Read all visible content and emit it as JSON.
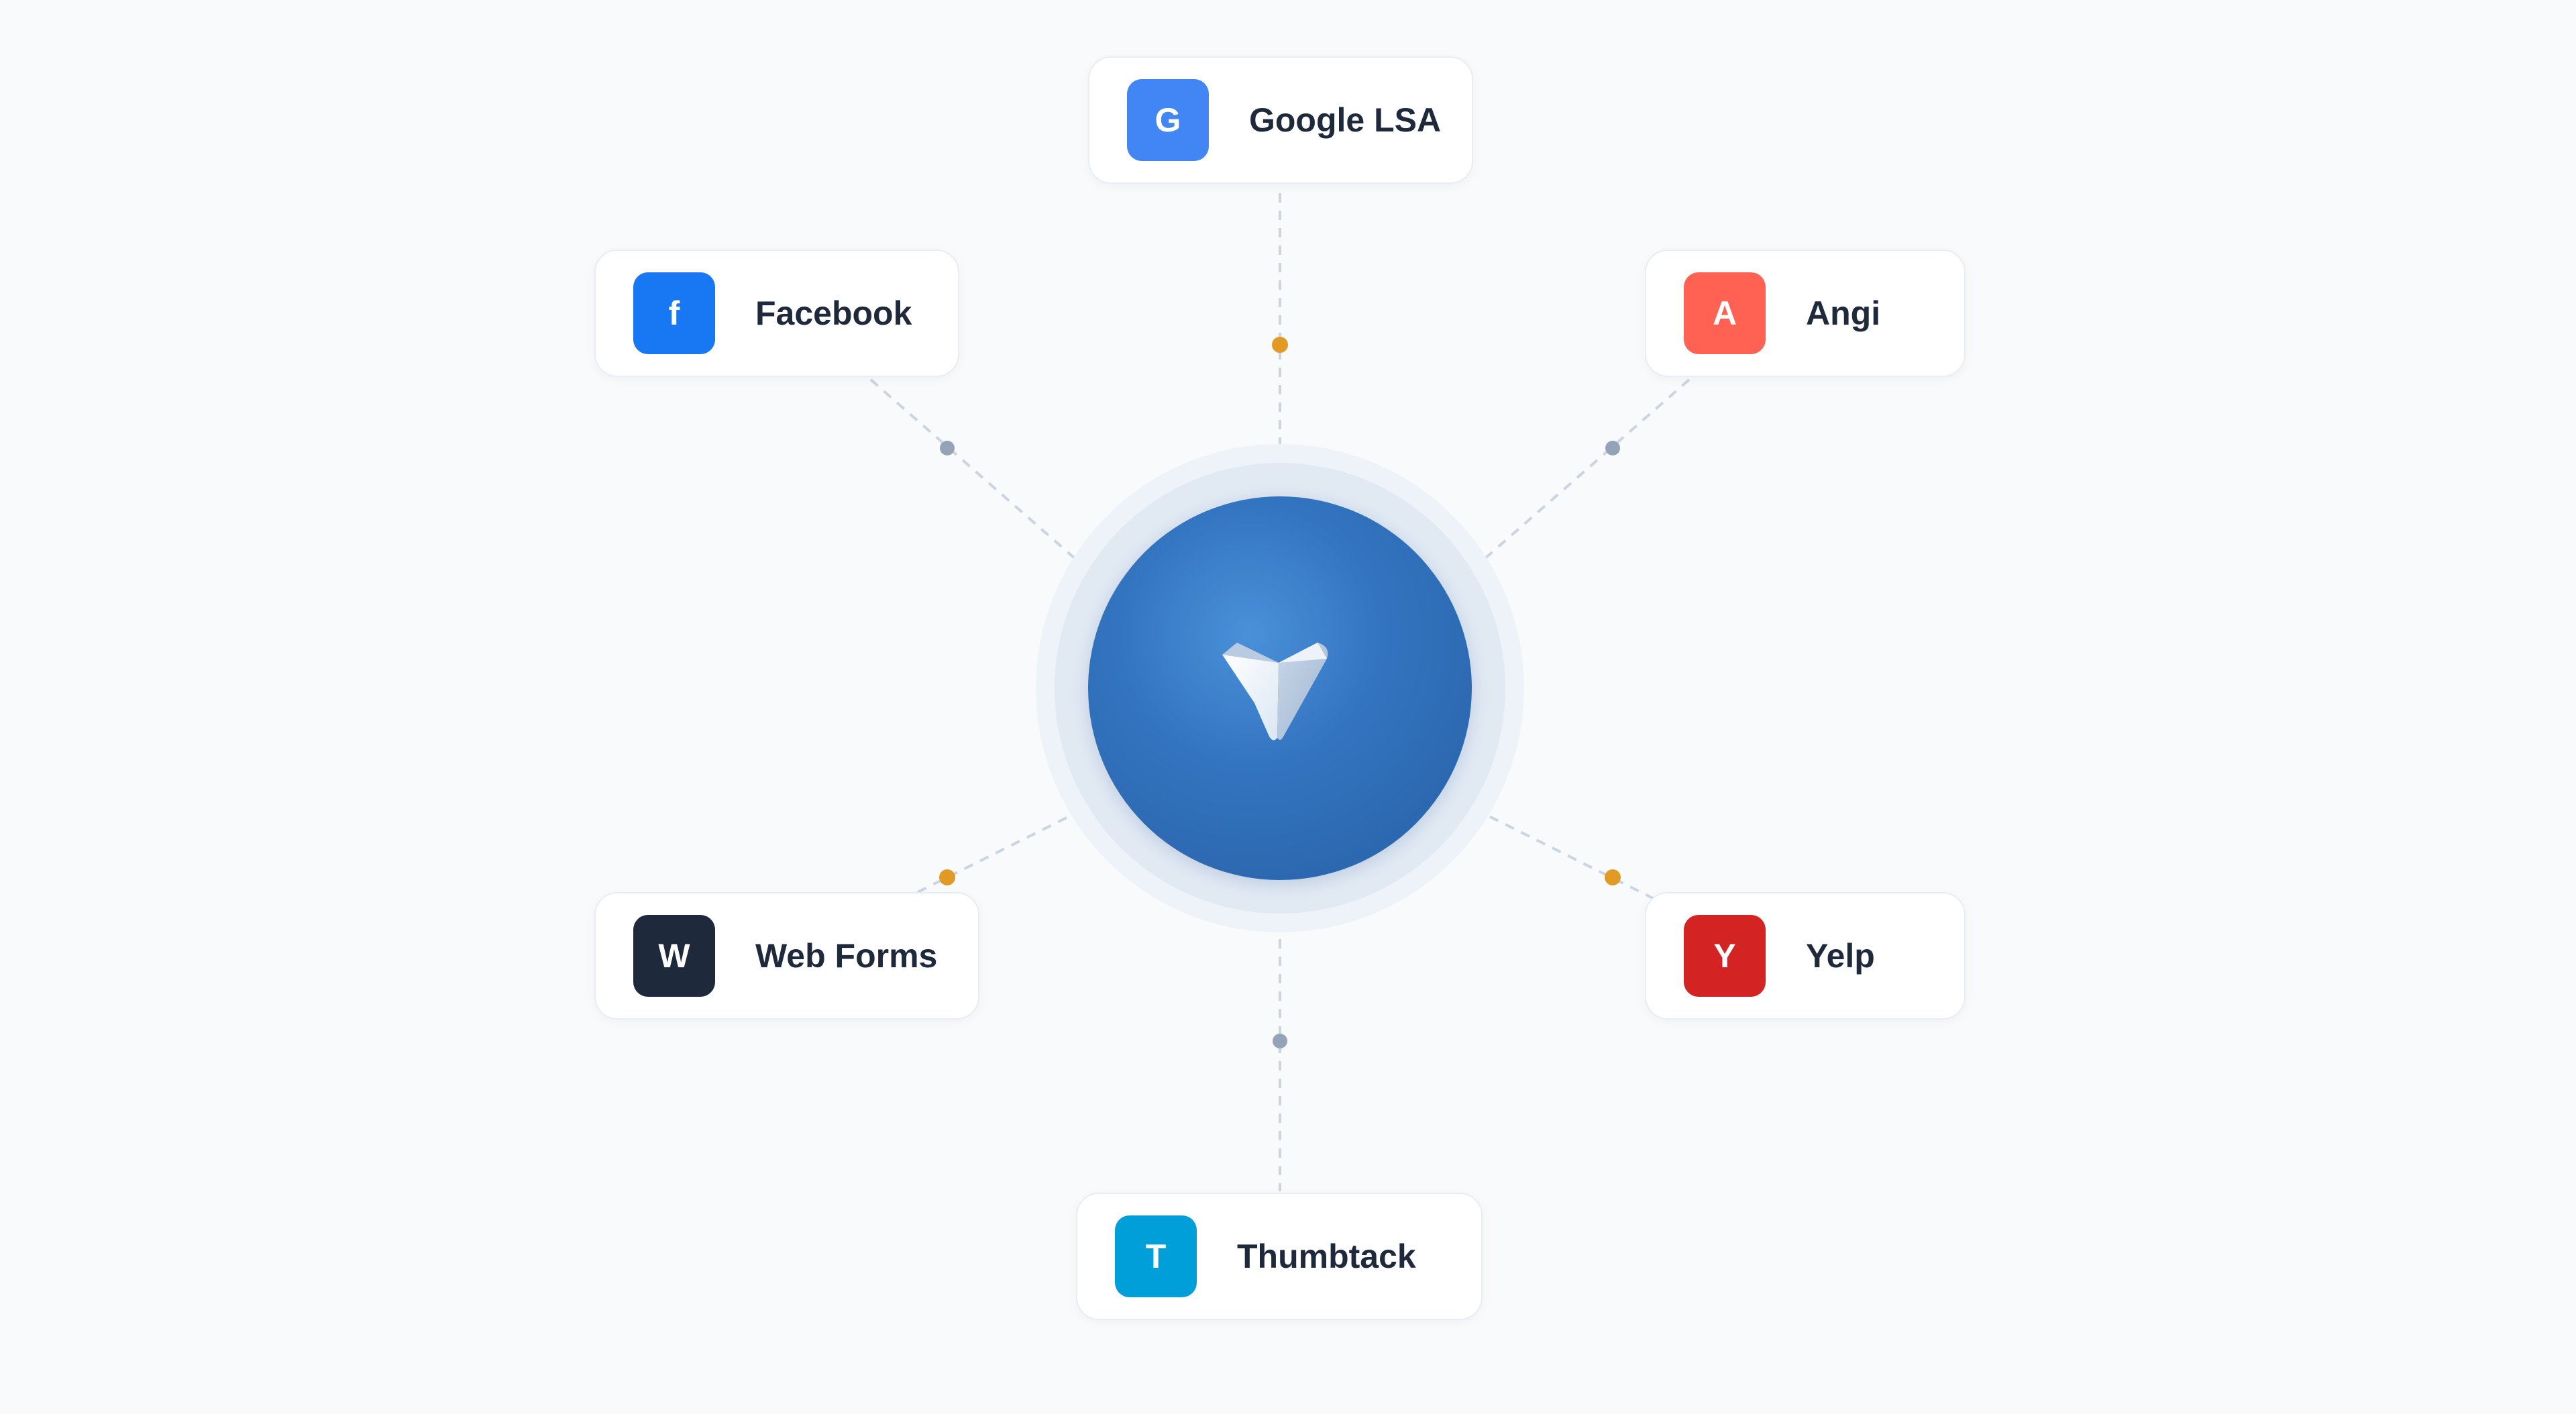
{
  "hub": {
    "logo_icon": "paper-plane-icon",
    "color": "#2c68b0"
  },
  "sources": [
    {
      "id": "google",
      "label": "Google LSA",
      "letter": "G",
      "color": "#4285f4",
      "connector_dot": "#e19b24"
    },
    {
      "id": "facebook",
      "label": "Facebook",
      "letter": "f",
      "color": "#1877f2",
      "connector_dot": "#94a3b8"
    },
    {
      "id": "angi",
      "label": "Angi",
      "letter": "A",
      "color": "#ff6153",
      "connector_dot": "#94a3b8"
    },
    {
      "id": "webforms",
      "label": "Web Forms",
      "letter": "W",
      "color": "#1e293b",
      "connector_dot": "#e19b24"
    },
    {
      "id": "yelp",
      "label": "Yelp",
      "letter": "Y",
      "color": "#d32323",
      "connector_dot": "#e19b24"
    },
    {
      "id": "thumbtack",
      "label": "Thumbtack",
      "letter": "T",
      "color": "#009fd9",
      "connector_dot": "#94a3b8"
    }
  ]
}
